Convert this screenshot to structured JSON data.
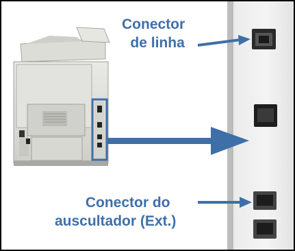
{
  "labels": {
    "line_connector": [
      "Conector",
      "de linha"
    ],
    "handset_connector": [
      "Conector do",
      "auscultador (Ext.)"
    ]
  },
  "colors": {
    "label_text": "#3f6fa8",
    "arrow": "#3f6fa8",
    "highlight_box": "#3f6fa8",
    "border": "#000000"
  },
  "icons": [
    "printer-icon",
    "arrow-right-icon",
    "usb-port-icon",
    "rj11-port-icon"
  ]
}
